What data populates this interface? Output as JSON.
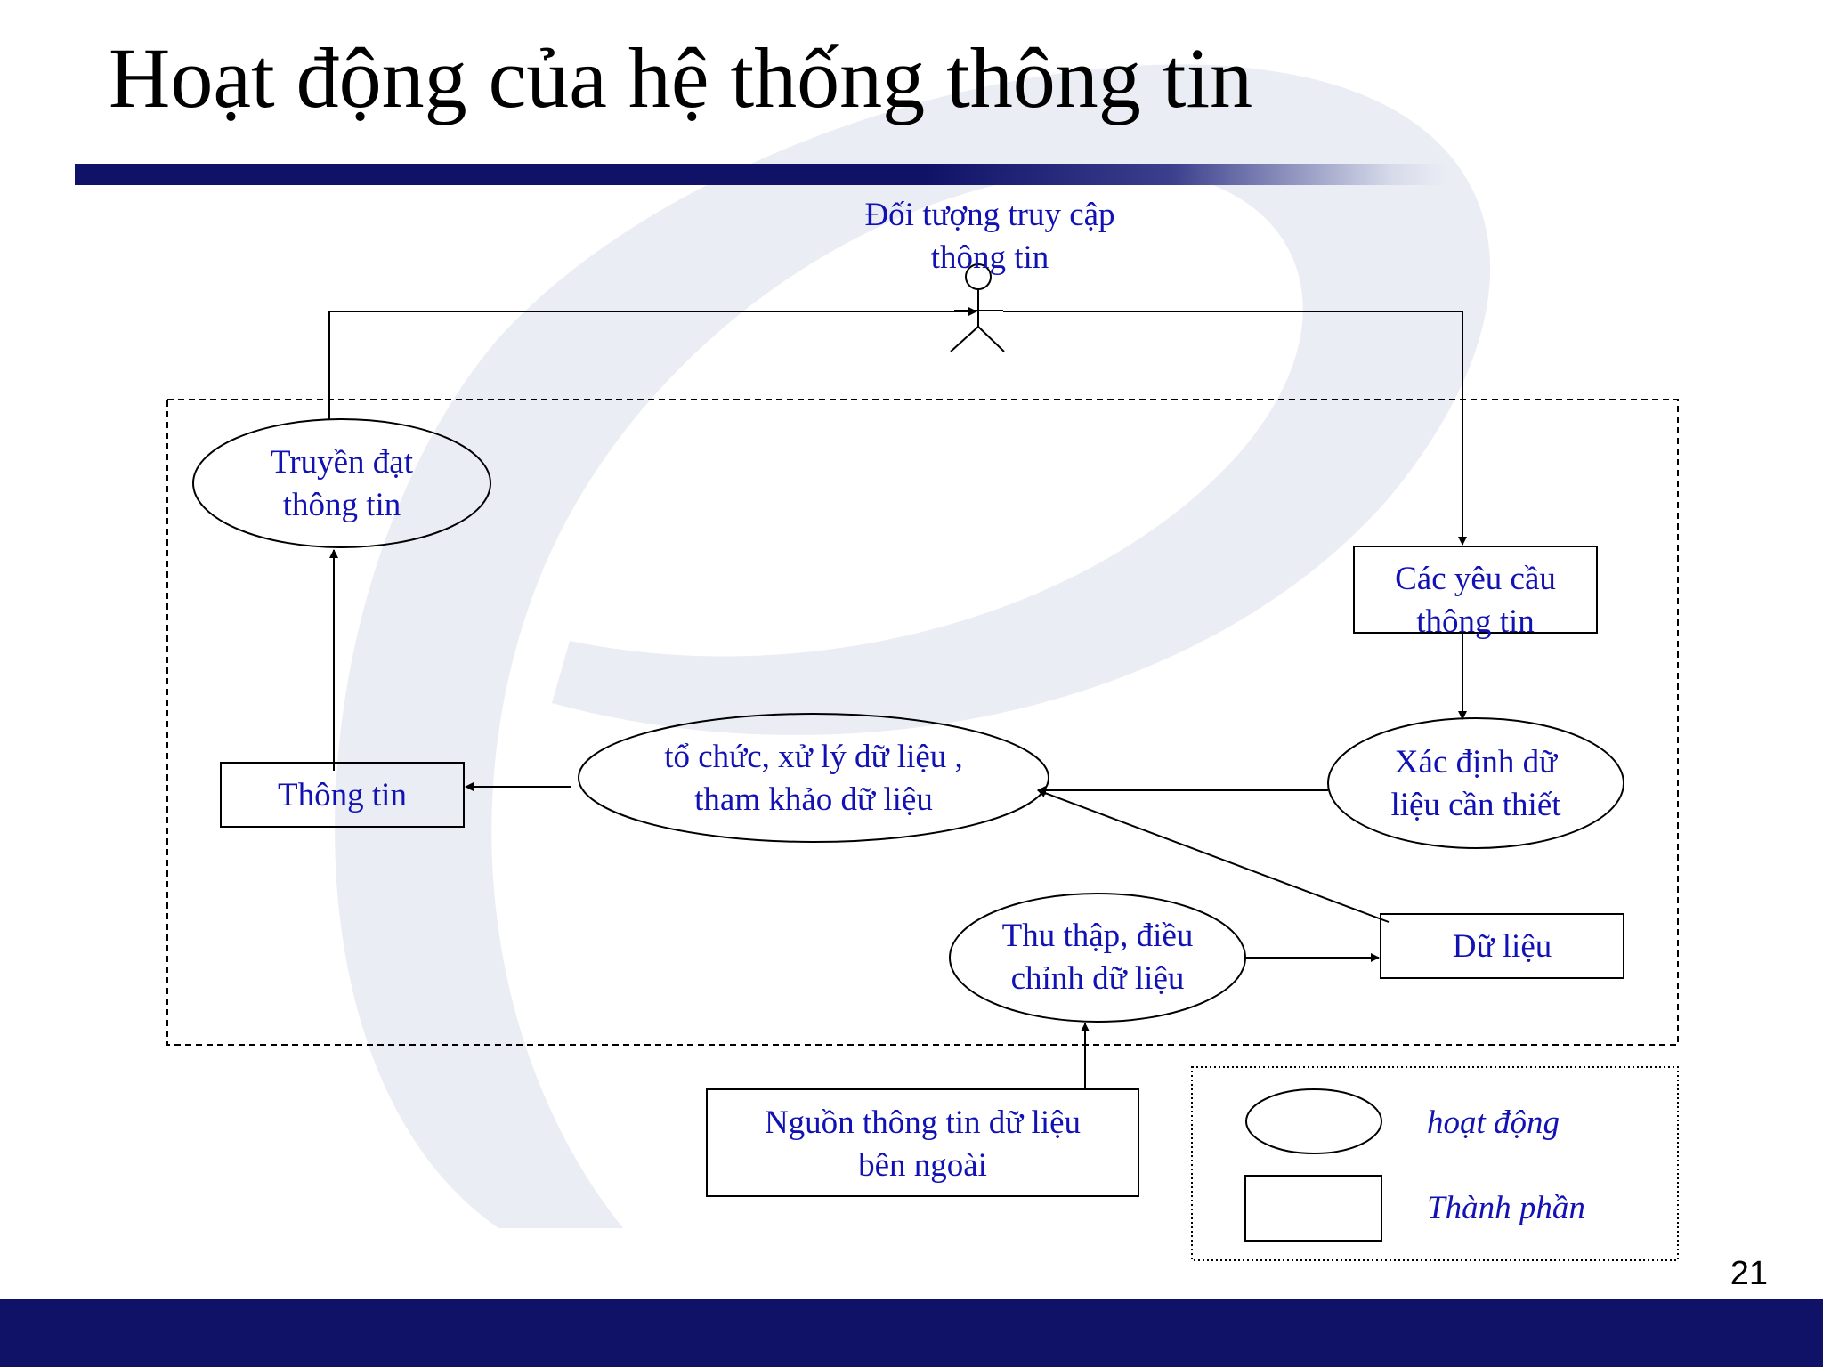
{
  "slide": {
    "title": "Hoạt động của hệ thống thông tin",
    "page_number": "21"
  },
  "diagram": {
    "actor": "Đối tượng truy cập\nthông tin",
    "nodes": {
      "truyen_dat": "Truyền đạt\nthông tin",
      "cac_yeu_cau": "Các yêu cầu\nthông tin",
      "to_chuc": "tổ chức, xử lý dữ liệu ,\ntham khảo dữ liệu",
      "thong_tin": "Thông tin",
      "xac_dinh": "Xác định dữ\nliệu cần thiết",
      "thu_thap": "Thu thập, điều\nchỉnh dữ liệu",
      "du_lieu": "Dữ liệu",
      "nguon": "Nguồn thông tin dữ liệu\nbên ngoài"
    },
    "legend": {
      "activity": "hoạt động",
      "component": "Thành phần"
    }
  },
  "colors": {
    "text": "#1212b4",
    "bar": "#101268",
    "line": "#000000"
  }
}
